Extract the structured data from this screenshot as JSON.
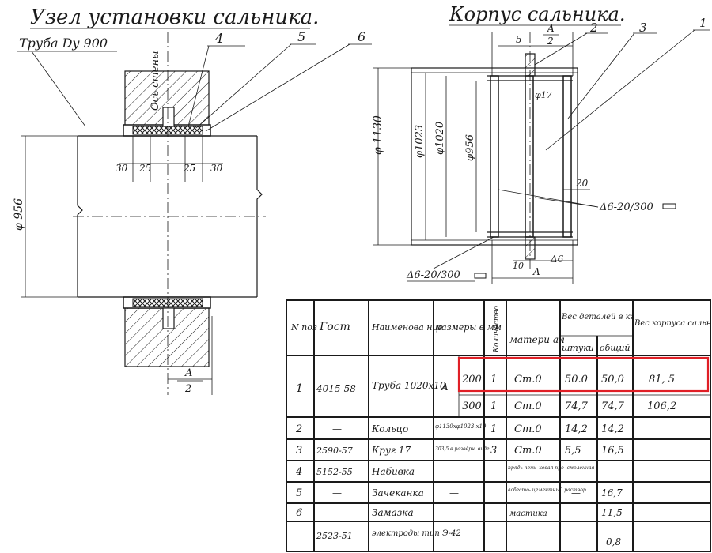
{
  "titles": {
    "left": "Узел установки сальника.",
    "right": "Корпус сальника."
  },
  "left_view": {
    "pipe_label": "Труба Dy 900",
    "wall_axis": "Ось стены",
    "callouts": [
      "4",
      "5",
      "6"
    ],
    "dim_diameter": "φ 956",
    "dims_bottom": [
      "30",
      "25",
      "25",
      "30"
    ],
    "fraction_top": "A",
    "fraction_bottom": "2"
  },
  "right_view": {
    "callouts": [
      "2",
      "3",
      "1"
    ],
    "dim_top_5": "5",
    "frac_top": "A",
    "frac_bottom": "2",
    "phi_outer": "φ 1130",
    "phi_1023": "φ1023",
    "phi_1020": "φ1020",
    "phi_956": "φ956",
    "phi_small": "φ17",
    "dim_20": "20",
    "dim_10": "10",
    "dim_A": "A",
    "weld_1": "Δ6-20/300",
    "weld_2": "Δ6-20/300",
    "weld_3": "Δ6"
  },
  "table": {
    "headers": {
      "pos": "N поз",
      "gost": "Гост",
      "name": "Наименова ние",
      "size": "размеры в мм",
      "qty": "Количество",
      "material": "матери-ал",
      "weight_detail": "Вес деталей в кг",
      "weight_unit": "штуки",
      "weight_total": "общий",
      "weight_body": "Вес корпуса сальника в кг"
    },
    "rows": [
      {
        "pos": "1",
        "gost": "4015-58",
        "name": "Труба 1020x10",
        "size": "A",
        "sub": [
          {
            "len": "200",
            "qty": "1",
            "mat": "Ст.0",
            "unit": "50.0",
            "total": "50,0",
            "body": "81, 5"
          },
          {
            "len": "300",
            "qty": "1",
            "mat": "Ст.0",
            "unit": "74,7",
            "total": "74,7",
            "body": "106,2"
          }
        ]
      },
      {
        "pos": "2",
        "gost": "—",
        "name": "Кольцо",
        "size": "φ1130xφ1023 x10",
        "len": "",
        "qty": "1",
        "mat": "Ст.0",
        "unit": "14,2",
        "total": "14,2",
        "body": ""
      },
      {
        "pos": "3",
        "gost": "2590-57",
        "name": "Круг 17",
        "size": "303,5 в развёрн. виде",
        "len": "",
        "qty": "3",
        "mat": "Ст.0",
        "unit": "5,5",
        "total": "16,5",
        "body": ""
      },
      {
        "pos": "4",
        "gost": "5152-55",
        "name": "Набивка",
        "size": "—",
        "len": "",
        "qty": "",
        "mat": "прядь пень- ковая про- смоленная",
        "unit": "—",
        "total": "—",
        "body": ""
      },
      {
        "pos": "5",
        "gost": "—",
        "name": "Зачеканка",
        "size": "—",
        "len": "",
        "qty": "",
        "mat": "асбесто- цементный раствор",
        "unit": "—",
        "total": "16,7",
        "body": ""
      },
      {
        "pos": "6",
        "gost": "—",
        "name": "Замазка",
        "size": "—",
        "len": "",
        "qty": "",
        "mat": "мастика",
        "unit": "—",
        "total": "11,5",
        "body": ""
      },
      {
        "pos": "—",
        "gost": "2523-51",
        "name": "электроды тип Э-42",
        "size": "—",
        "len": "",
        "qty": "",
        "mat": "",
        "unit": "",
        "total": "0,8",
        "body": ""
      }
    ]
  },
  "highlight_color": "#e01f26"
}
